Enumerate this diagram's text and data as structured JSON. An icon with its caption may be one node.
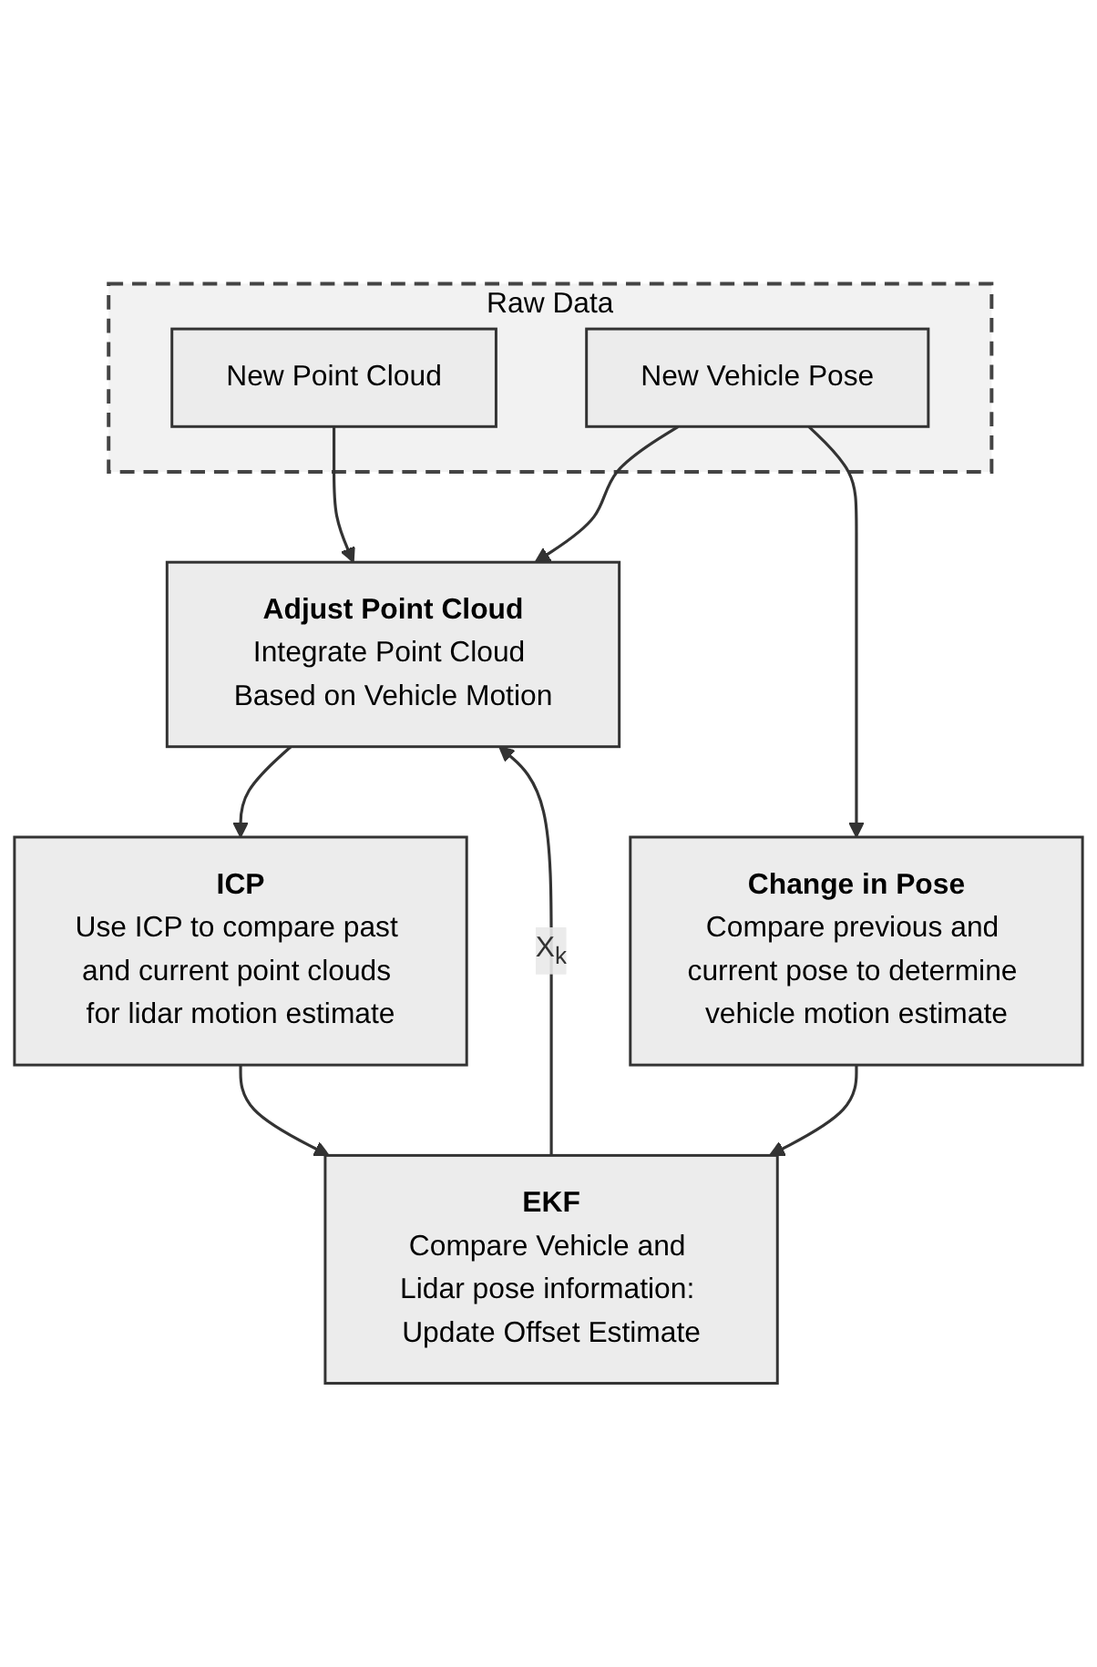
{
  "diagram": {
    "nodes": [
      {
        "text": [
          "Raw Data"
        ]
      },
      {
        "text": [
          "New Point Cloud"
        ],
        "in": 0
      },
      {
        "text": [
          "New Vehicle Pose"
        ],
        "in": 0
      },
      {
        "text": [
          "Adjust Point Cloud",
          "Integrate Point Cloud Based on Vehicle Motion"
        ]
      },
      {
        "text": [
          "ICP",
          "Use ICP to compare past and current point clouds for lidar motion estimate"
        ]
      },
      {
        "text": [
          "Change in Pose",
          "Compare previous and current pose to determine vehicle motion estimate"
        ]
      },
      {
        "text": [
          "EKF",
          "Compare Vehicle and Lidar pose information: Update Offset Estimate"
        ]
      }
    ],
    "edges": [
      {
        "from": 1,
        "to": 3,
        "arrow": "to"
      },
      {
        "from": 2,
        "to": 3,
        "arrow": "to"
      },
      {
        "from": 2,
        "to": 5,
        "arrow": "to"
      },
      {
        "from": 3,
        "to": 4,
        "arrow": "to"
      },
      {
        "from": 4,
        "to": 6,
        "arrow": "to"
      },
      {
        "from": 5,
        "to": 6,
        "arrow": "to"
      },
      {
        "from": 6,
        "to": 3,
        "label": "X$_{k}$",
        "arrow": "to"
      }
    ]
  }
}
